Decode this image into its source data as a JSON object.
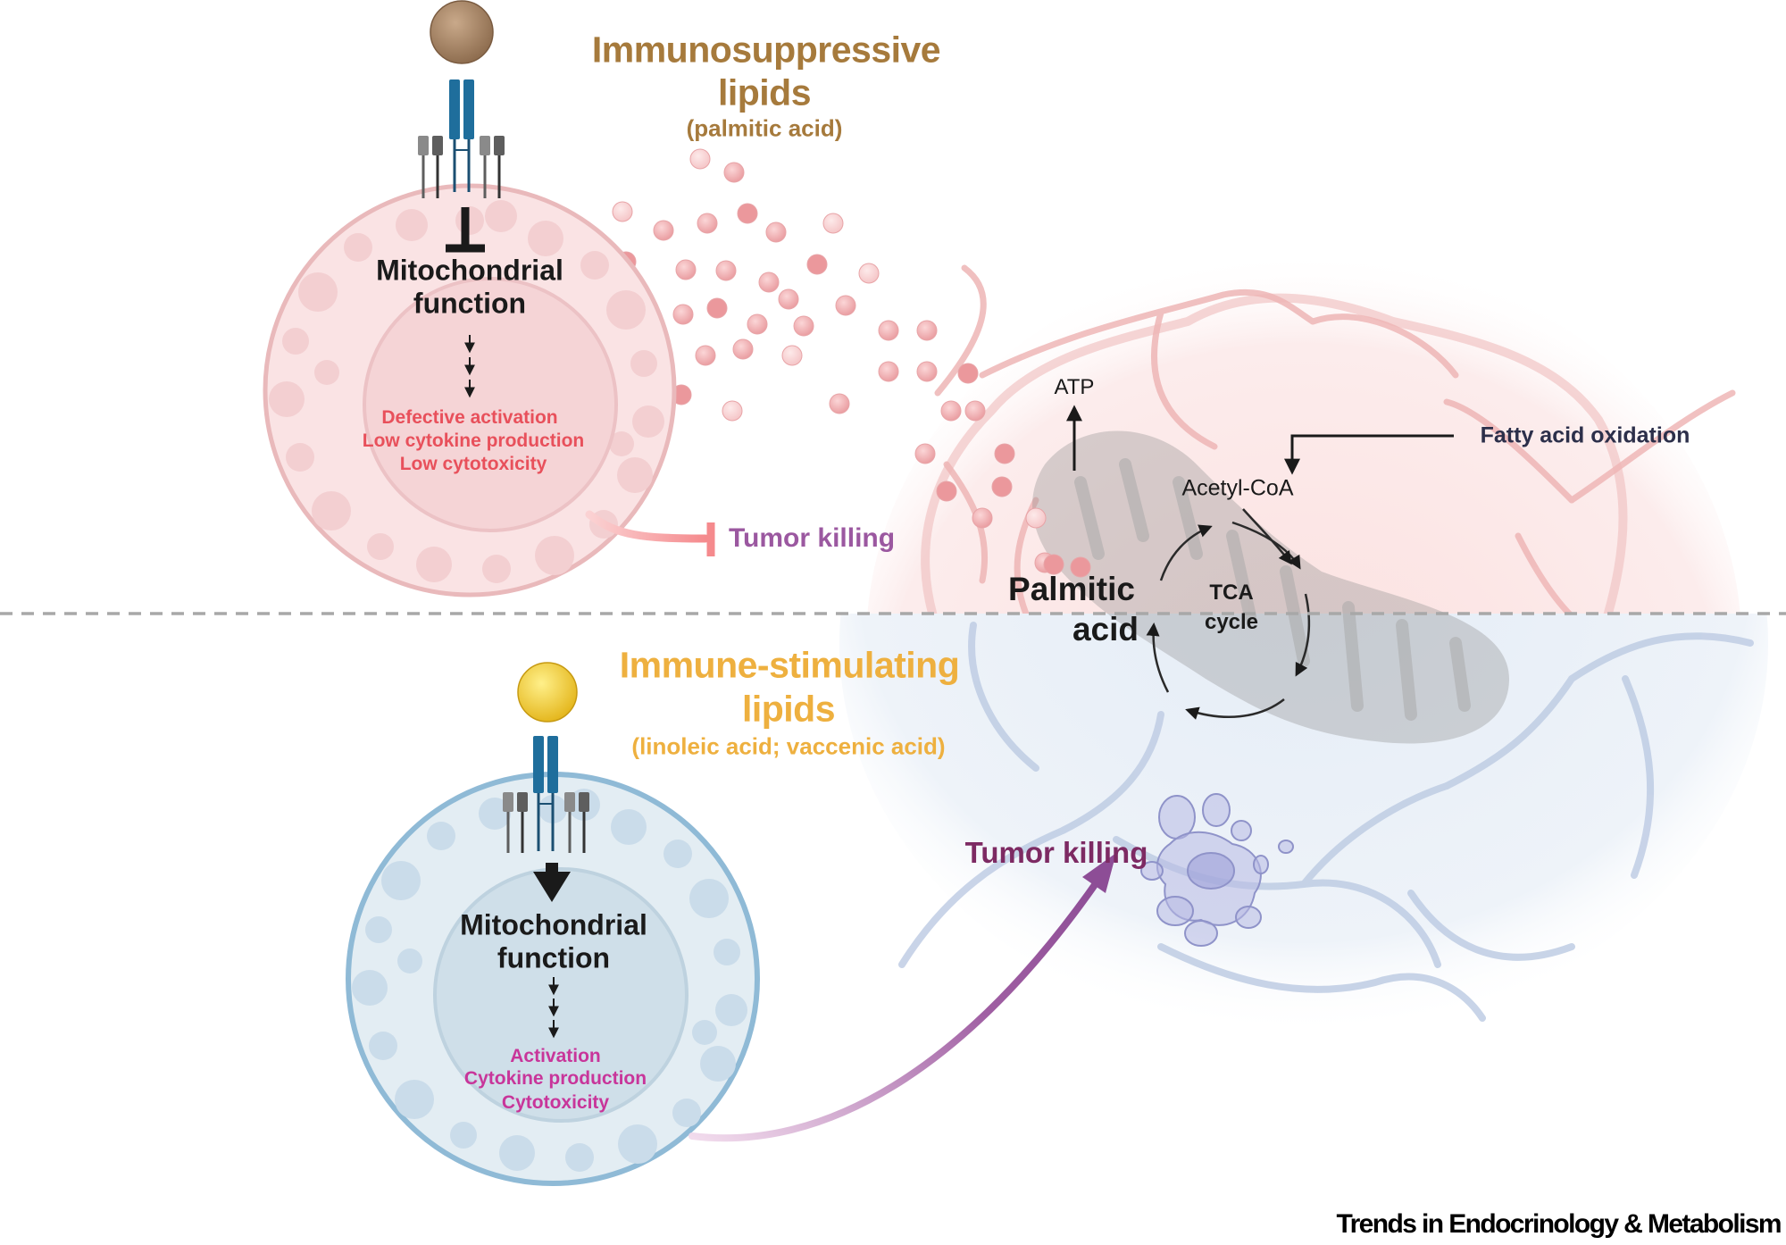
{
  "figure": {
    "journal_label": "Trends in Endocrinology & Metabolism"
  },
  "top_panel": {
    "title_line1": "Immunosuppressive",
    "title_line2": "lipids",
    "subtitle": "(palmitic acid)",
    "cell_label_line1": "Mitochondrial",
    "cell_label_line2": "function",
    "relation": "inhibits",
    "outcomes": [
      "Defective activation",
      "Low cytokine production",
      "Low cytotoxicity"
    ],
    "effect_label": "Tumor killing",
    "effect_relation": "inhibits"
  },
  "bottom_panel": {
    "title_line1": "Immune-stimulating",
    "title_line2": "lipids",
    "subtitle": "(linoleic acid; vaccenic acid)",
    "cell_label_line1": "Mitochondrial",
    "cell_label_line2": "function",
    "relation": "activates",
    "outcomes": [
      "Activation",
      "Cytokine production",
      "Cytotoxicity"
    ],
    "effect_label": "Tumor killing",
    "effect_relation": "promotes"
  },
  "mitochondrion": {
    "atp_label": "ATP",
    "acetyl_coa_label": "Acetyl-CoA",
    "fao_label": "Fatty acid oxidation",
    "substrate_line1": "Palmitic",
    "substrate_line2": "acid",
    "cycle_line1": "TCA",
    "cycle_line2": "cycle"
  },
  "colors": {
    "immunosuppressive_title": "#a67a3c",
    "immune_stimulating_title": "#eeb03f",
    "suppressed_outcome": "#e8505b",
    "stimulated_outcome": "#c8359a",
    "top_cell": "#f8dfe0",
    "bottom_cell": "#dfeaf2",
    "receptor": "#1f6e9c",
    "lipid_droplet": "#f0a5a8",
    "tumor_killing_top": "#9b58a0",
    "tumor_killing_bottom": "#7d2a63"
  }
}
